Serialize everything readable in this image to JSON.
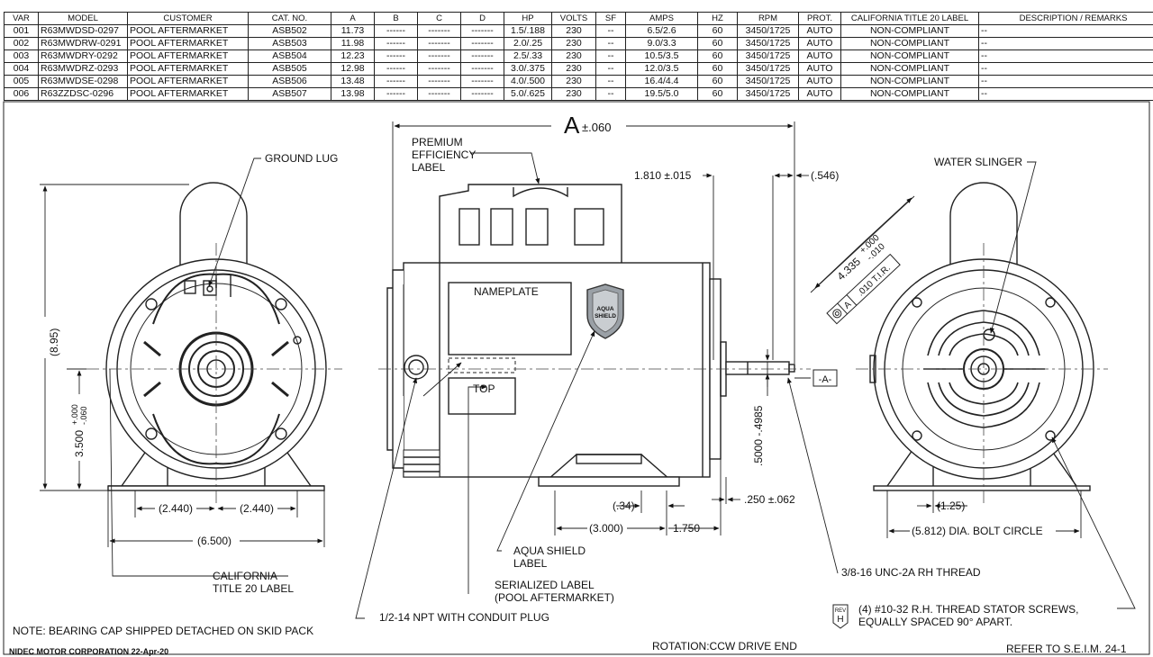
{
  "table": {
    "headers": [
      "VAR",
      "MODEL",
      "CUSTOMER",
      "CAT. NO.",
      "A",
      "B",
      "C",
      "D",
      "HP",
      "VOLTS",
      "SF",
      "AMPS",
      "HZ",
      "RPM",
      "PROT.",
      "CALIFORNIA TITLE 20 LABEL",
      "DESCRIPTION / REMARKS"
    ],
    "rows": [
      [
        "001",
        "R63MWDSD-0297",
        "POOL AFTERMARKET",
        "ASB502",
        "11.73",
        "------",
        "-------",
        "-------",
        "1.5/.188",
        "230",
        "--",
        "6.5/2.6",
        "60",
        "3450/1725",
        "AUTO",
        "NON-COMPLIANT",
        "--"
      ],
      [
        "002",
        "R63MWDRW-0291",
        "POOL AFTERMARKET",
        "ASB503",
        "11.98",
        "------",
        "-------",
        "-------",
        "2.0/.25",
        "230",
        "--",
        "9.0/3.3",
        "60",
        "3450/1725",
        "AUTO",
        "NON-COMPLIANT",
        "--"
      ],
      [
        "003",
        "R63MWDRY-0292",
        "POOL AFTERMARKET",
        "ASB504",
        "12.23",
        "------",
        "-------",
        "-------",
        "2.5/.33",
        "230",
        "--",
        "10.5/3.5",
        "60",
        "3450/1725",
        "AUTO",
        "NON-COMPLIANT",
        "--"
      ],
      [
        "004",
        "R63MWDRZ-0293",
        "POOL AFTERMARKET",
        "ASB505",
        "12.98",
        "------",
        "-------",
        "-------",
        "3.0/.375",
        "230",
        "--",
        "12.0/3.5",
        "60",
        "3450/1725",
        "AUTO",
        "NON-COMPLIANT",
        "--"
      ],
      [
        "005",
        "R63MWDSE-0298",
        "POOL AFTERMARKET",
        "ASB506",
        "13.48",
        "------",
        "-------",
        "-------",
        "4.0/.500",
        "230",
        "--",
        "16.4/4.4",
        "60",
        "3450/1725",
        "AUTO",
        "NON-COMPLIANT",
        "--"
      ],
      [
        "006",
        "R63ZZDSC-0296",
        "POOL AFTERMARKET",
        "ASB507",
        "13.98",
        "------",
        "-------",
        "-------",
        "5.0/.625",
        "230",
        "--",
        "19.5/5.0",
        "60",
        "3450/1725",
        "AUTO",
        "NON-COMPLIANT",
        "--"
      ]
    ]
  },
  "labels": {
    "ground_lug": "GROUND LUG",
    "premium_1": "PREMIUM",
    "premium_2": "EFFICIENCY",
    "premium_3": "LABEL",
    "water_slinger": "WATER SLINGER",
    "nameplate": "NAMEPLATE",
    "top": "TOP",
    "datum_a": "-A-",
    "california_1": "CALIFORNIA",
    "california_2": "TITLE 20 LABEL",
    "aqua_1": "AQUA SHIELD",
    "aqua_2": "LABEL",
    "serial_1": "SERIALIZED LABEL",
    "serial_2": "(POOL AFTERMARKET)",
    "thread": "3/8-16 UNC-2A RH THREAD",
    "npt": "1/2-14 NPT WITH CONDUIT PLUG",
    "stator_1": "(4) #10-32 R.H. THREAD STATOR SCREWS,",
    "stator_2": "EQUALLY SPACED 90° APART.",
    "rev_1": "REV",
    "rev_2": "H",
    "shield_1": "AQUA",
    "shield_2": "SHIELD"
  },
  "dims": {
    "a_main": "A",
    "a_tol": "±.060",
    "d1810": "1.810 ±.015",
    "d546": "(.546)",
    "d895": "(8.95)",
    "d3500": "3.500",
    "d3500_tol_top": "+.000",
    "d3500_tol_bot": "-.060",
    "d2440_l": "(2.440)",
    "d2440_r": "(2.440)",
    "d6500": "(6.500)",
    "d34": "(.34)",
    "d3000": "(3.000)",
    "d1750": "1.750",
    "d250": ".250 ±.062",
    "d5000": ".5000 -.4985",
    "d4335": "4.335",
    "d4335_tol_top": "+.000",
    "d4335_tol_bot": "-.010",
    "tir_ref": "A",
    "tir_val": ".010 T.I.R.",
    "d125": "(1.25)",
    "d5812": "(5.812) DIA. BOLT CIRCLE"
  },
  "footer": {
    "note": "NOTE: BEARING CAP SHIPPED DETACHED ON SKID PACK",
    "company": "NIDEC MOTOR CORPORATION 22-Apr-20",
    "rotation": "ROTATION:CCW DRIVE END",
    "refer": "REFER TO S.E.I.M. 24-1"
  }
}
